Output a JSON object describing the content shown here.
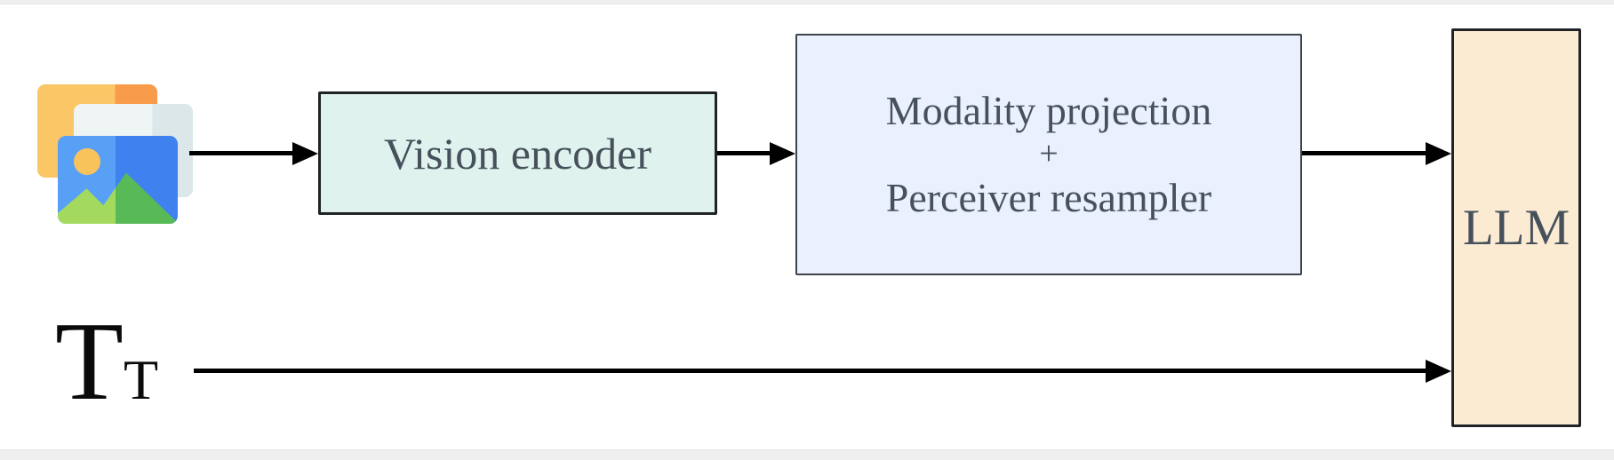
{
  "diagram": {
    "kind": "vision-language-model-architecture-flow",
    "nodes": {
      "input_images": {
        "icon": "images-icon"
      },
      "vision_encoder": {
        "label": "Vision encoder"
      },
      "modality_projection": {
        "line1": "Modality projection",
        "line2": "+",
        "line3": "Perceiver resampler"
      },
      "llm": {
        "label": "LLM"
      },
      "text_tokens": {
        "base": "T",
        "subscript": "T"
      }
    },
    "edges": [
      {
        "from": "input_images",
        "to": "vision_encoder",
        "style": "arrow"
      },
      {
        "from": "vision_encoder",
        "to": "modality_projection",
        "style": "arrow"
      },
      {
        "from": "modality_projection",
        "to": "llm",
        "style": "arrow"
      },
      {
        "from": "text_tokens",
        "to": "llm",
        "style": "arrow"
      }
    ],
    "colors": {
      "vision_encoder_fill": "#dff2ed",
      "modality_projection_fill": "#eaf1fc",
      "llm_fill": "#fbebd3",
      "box_text": "#47515c",
      "arrow": "#000000",
      "page_frame": "#efefef",
      "icon_orange_light": "#fbc666",
      "icon_orange_dark": "#f89b4b",
      "icon_teal_light": "#eff5f4",
      "icon_teal_dark": "#dbe7e8",
      "icon_blue_light": "#57a0f6",
      "icon_blue_dark": "#3f82ef",
      "icon_sun": "#f9c35b",
      "icon_green_light": "#a3da5e",
      "icon_green_dark": "#58ba57"
    }
  }
}
